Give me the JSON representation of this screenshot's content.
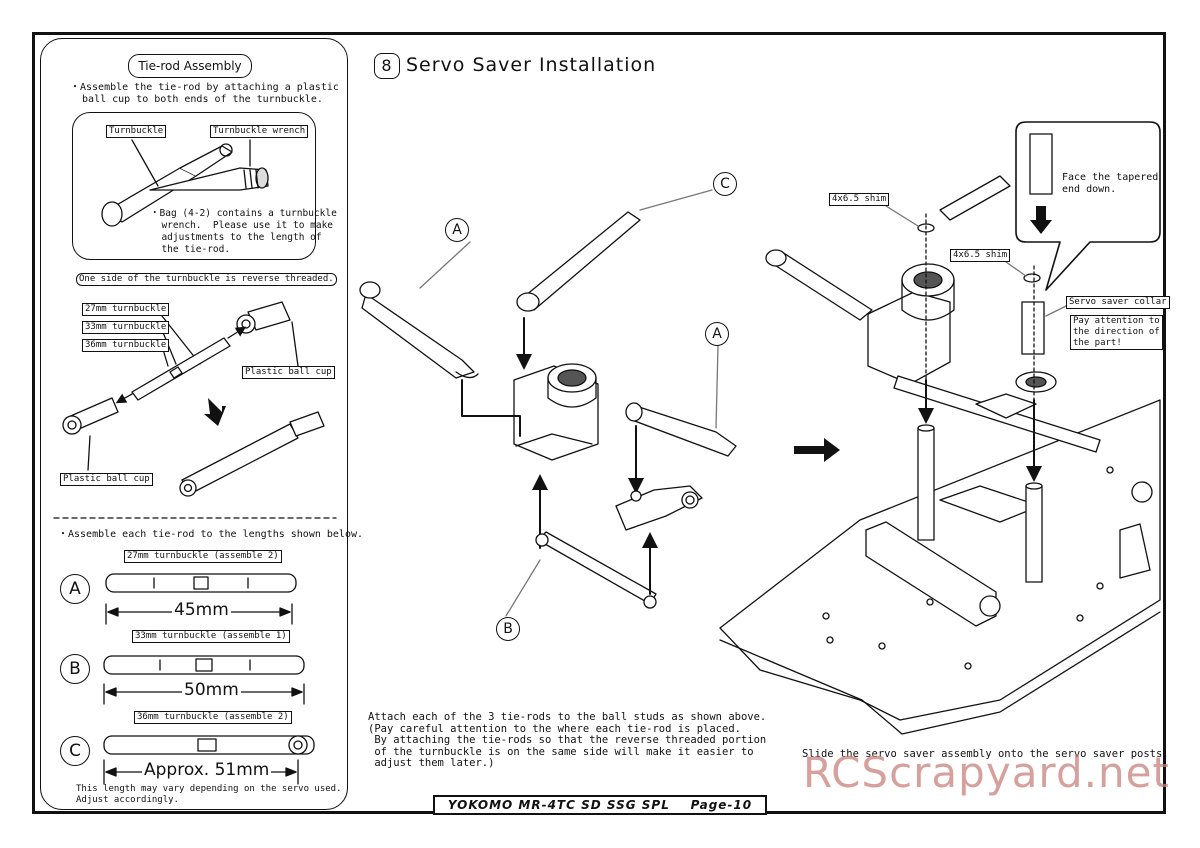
{
  "left": {
    "title": "Tie-rod Assembly",
    "intro": "・Assemble the tie-rod by attaching a plastic\n  ball cup to both ends of the turnbuckle.",
    "turnbuckle_label": "Turnbuckle",
    "wrench_label": "Turnbuckle wrench",
    "bag_note": "・Bag (4-2) contains a turnbuckle\n  wrench.  Please use it to make\n  adjustments to the length of\n  the tie-rod.",
    "reverse_note": "One side of the turnbuckle is reverse threaded.",
    "sizes": [
      "27mm turnbuckle",
      "33mm turnbuckle",
      "36mm turnbuckle"
    ],
    "ball_cup_right": "Plastic ball cup",
    "ball_cup_left": "Plastic ball cup",
    "lengths_intro": "・Assemble each tie-rod to the lengths shown below.",
    "rods": [
      {
        "letter": "A",
        "label": "27mm turnbuckle (assemble 2)",
        "length": "45mm"
      },
      {
        "letter": "B",
        "label": "33mm turnbuckle (assemble 1)",
        "length": "50mm"
      },
      {
        "letter": "C",
        "label": "36mm turnbuckle (assemble 2)",
        "length": "Approx. 51mm"
      }
    ],
    "servo_note": "This length may vary depending on the servo used.\nAdjust accordingly."
  },
  "main": {
    "step_number": "8",
    "section_title": "Servo Saver Installation",
    "callout_a1": "A",
    "callout_c": "C",
    "callout_a2": "A",
    "callout_b": "B",
    "shim_label_1": "4x6.5 shim",
    "shim_label_2": "4x6.5 shim",
    "collar_label": "Servo saver collar",
    "collar_note": "Pay attention to\nthe direction of\nthe part!",
    "tapered_note": "Face the tapered\nend down.",
    "attach_note": "Attach each of the 3 tie-rods to the ball studs as shown above.\n(Pay careful attention to the where each tie-rod is placed.\n By attaching the tie-rods so that the reverse threaded portion\n of the turnbuckle is on the same side will make it easier to\n adjust them later.)",
    "slide_note": "Slide the servo saver assembly onto the servo saver posts."
  },
  "footer": {
    "model": "YOKOMO MR-4TC SD SSG SPL",
    "page": "Page-10"
  },
  "watermark": "RCScrapyard.net"
}
